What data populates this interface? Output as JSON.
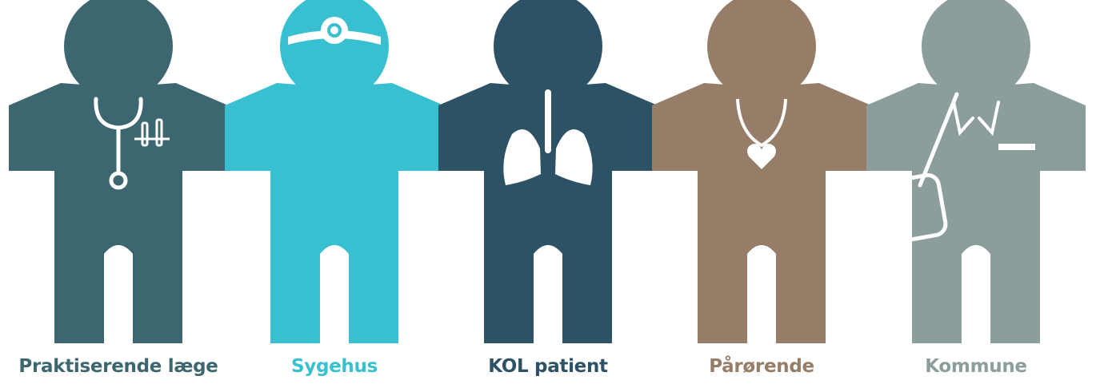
{
  "figures": [
    {
      "id": "praktiserende-laege",
      "label": "Praktiserende læge",
      "color": "#3d6770",
      "accessory": "stethoscope"
    },
    {
      "id": "sygehus",
      "label": "Sygehus",
      "color": "#38c0d0",
      "accessory": "head-mirror"
    },
    {
      "id": "kol-patient",
      "label": "KOL patient",
      "color": "#2d5266",
      "accessory": "lungs"
    },
    {
      "id": "paaroerende",
      "label": "Pårørende",
      "color": "#957d68",
      "accessory": "heart-necklace"
    },
    {
      "id": "kommune",
      "label": "Kommune",
      "color": "#8c9e9c",
      "accessory": "bag-and-badge"
    }
  ]
}
